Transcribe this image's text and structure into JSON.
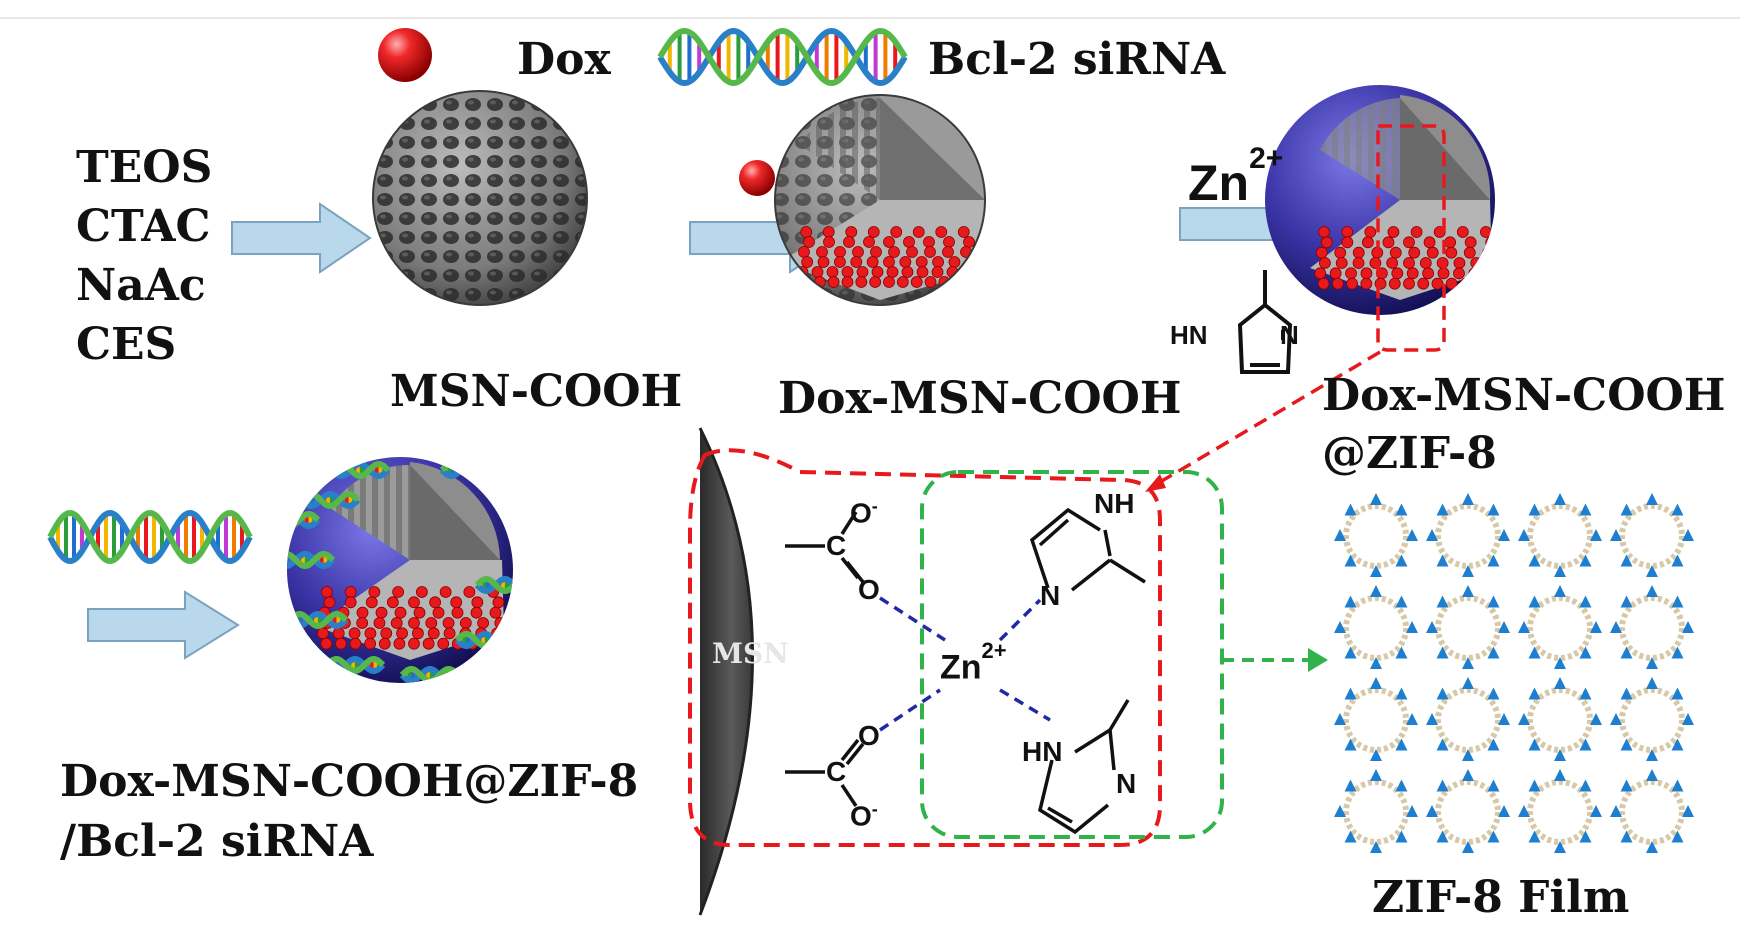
{
  "legend": {
    "dox": "Dox",
    "sirna": "Bcl-2 siRNA"
  },
  "reagents": [
    "TEOS",
    "CTAC",
    "NaAc",
    "CES"
  ],
  "labels": {
    "msn_cooh": "MSN-COOH",
    "dox_msn_cooh": "Dox-MSN-COOH",
    "zif_line1": "Dox-MSN-COOH",
    "zif_line2": "@ZIF-8",
    "final_line1": "Dox-MSN-COOH@ZIF-8",
    "final_line2": "/Bcl-2 siRNA",
    "zif_film": "ZIF-8 Film"
  },
  "zn": {
    "symbol": "Zn",
    "charge": "2+"
  },
  "detail": {
    "msn": "MSN",
    "zn": "Zn",
    "zn_charge": "2+",
    "o_minus": "O",
    "minus": "-",
    "c": "C",
    "o": "O",
    "nh": "NH",
    "n": "N",
    "hn": "HN"
  },
  "imidazole": {
    "hn": "HN",
    "n": "N"
  },
  "colors": {
    "arrow_fill": "#b9d8ec",
    "arrow_stroke": "#7aa3c0",
    "dox_red": "#e8191c",
    "shell_blue": "#3b35a8",
    "red_dash": "#e8191c",
    "green_dash": "#2fb34a",
    "bond_blue": "#1f2aa3",
    "zif_blue": "#1e7fd0"
  }
}
